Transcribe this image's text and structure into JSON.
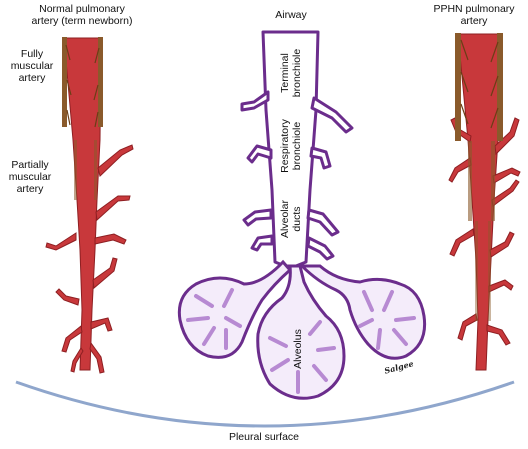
{
  "labels": {
    "normal_artery_title": "Normal pulmonary\nartery (term newborn)",
    "fully_muscular": "Fully\nmuscular\nartery",
    "partially_muscular": "Partially\nmuscular\nartery",
    "airway_title": "Airway",
    "terminal_bronchiole": "Terminal\nbronchiole",
    "respiratory_bronchiole": "Respiratory\nbronchiole",
    "alveolar_ducts": "Alveolar\nducts",
    "alveolus": "Alveolus",
    "pphn_title": "PPHN pulmonary\nartery",
    "pleural_surface": "Pleural surface"
  },
  "signature": "Salgee",
  "colors": {
    "artery": "#c8383b",
    "artery_outline": "#8e1f22",
    "muscle": "#8a5a2b",
    "airway_outline": "#6b2d8c",
    "airway_fill": "#ffffff",
    "alveolus_tint": "#b78ad2",
    "pleura": "#8fa6cc"
  }
}
